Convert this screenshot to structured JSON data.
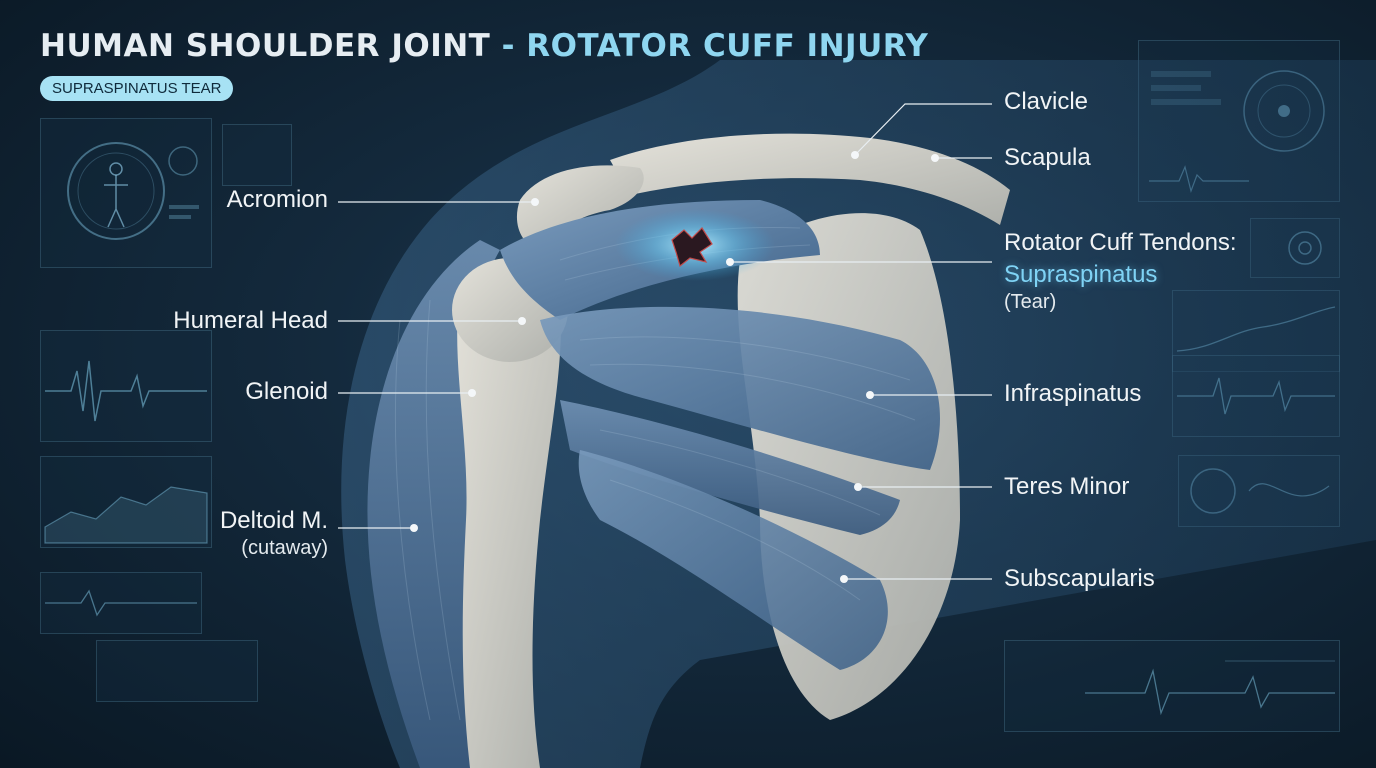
{
  "title": {
    "main": "HUMAN SHOULDER JOINT",
    "separator": " - ",
    "accent": "ROTATOR CUFF INJURY"
  },
  "badge": "SUPRASPINATUS TEAR",
  "labels": {
    "clavicle": "Clavicle",
    "scapula": "Scapula",
    "acromion": "Acromion",
    "rotator_cuff": "Rotator Cuff Tendons:",
    "supraspinatus": "Supraspinatus",
    "tear": "(Tear)",
    "humeral_head": "Humeral Head",
    "glenoid": "Glenoid",
    "infraspinatus": "Infraspinatus",
    "teres_minor": "Teres Minor",
    "deltoid": "Deltoid M.",
    "cutaway": "(cutaway)",
    "subscapularis": "Subscapularis"
  },
  "colors": {
    "background": "#142a3d",
    "accent": "#8fd6f0",
    "bone": "#d8d6cf",
    "muscle": "#5e80a4",
    "leader_line": "#e8eef2",
    "tear": "#7fd3f5"
  }
}
